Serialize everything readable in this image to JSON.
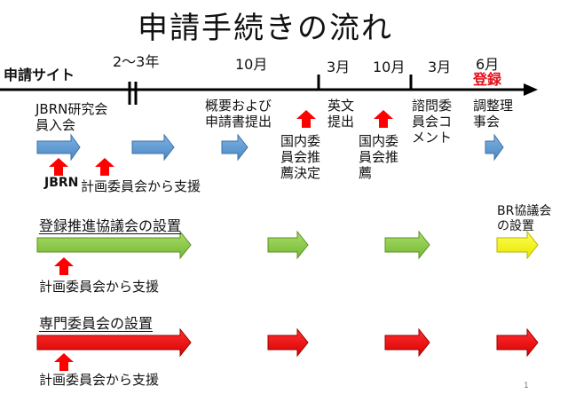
{
  "title": "申請手続きの流れ",
  "colors": {
    "blue_arrow": "#5b9bd5",
    "green_arrow": "#8dcf46",
    "yellow_arrow": "#ffff00",
    "red_arrow": "#ff0000",
    "support_arrow": "#ff0000",
    "register_label": "#e8101a"
  },
  "timeline": {
    "site_label": "申請サイト",
    "periods": [
      "2〜3年",
      "10月",
      "3月",
      "10月",
      "3月",
      "6月"
    ],
    "register_label": "登録"
  },
  "row1": {
    "boxes": [
      "JBRN研究会\n員入会",
      "概要および\n申請書提出",
      "英文\n提出",
      "諮問委\n員会コ\nメント",
      "調整理\n事会"
    ],
    "supports": [
      "JBRN",
      "計画委員会から支援",
      "国内委\n員会推\n薦決定",
      "国内委\n員会推\n薦"
    ]
  },
  "row2": {
    "label": "登録推進協議会の設置",
    "support": "計画委員会から支援",
    "end_label": "BR協議会\nの設置"
  },
  "row3": {
    "label": "専門委員会の設置",
    "support": "計画委員会から支援"
  },
  "page_number": "1"
}
